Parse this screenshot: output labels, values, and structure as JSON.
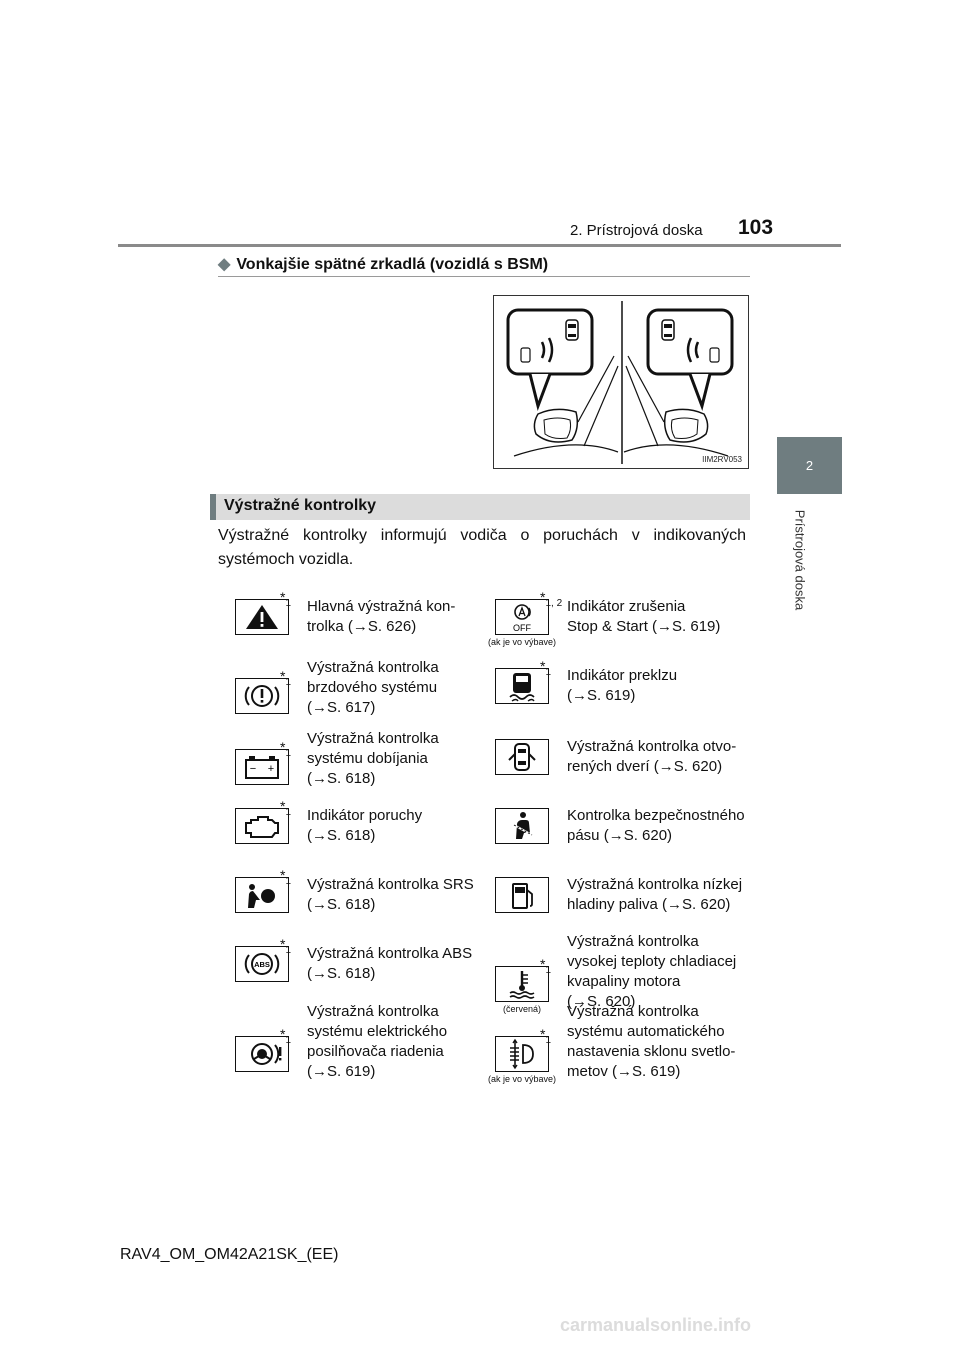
{
  "header": {
    "section": "2. Prístrojová doska",
    "page_number": "103"
  },
  "side_tab": {
    "number": "2",
    "label": "Prístrojová doska"
  },
  "subsection": {
    "marker": "◆",
    "title": "Vonkajšie spätné zrkadlá (vozidlá s BSM)"
  },
  "figure": {
    "code": "IIM2RV053"
  },
  "section": {
    "title": "Výstražné kontrolky"
  },
  "intro": "Výstražné kontrolky informujú vodiča o poruchách v indikovaných systémoch vozidla.",
  "indicators": [
    {
      "icon": "warning-triangle-icon",
      "star": "*",
      "star_sub": "1",
      "text_lines": [
        "Hlavná výstražná kon-",
        "trolka (→S. 626)"
      ]
    },
    {
      "icon": "stop-start-off-icon",
      "star": "*",
      "star_sub": "1, 2",
      "note": "(ak je vo výbave)",
      "text_lines": [
        "Indikátor zrušenia",
        "Stop & Start (→S. 619)"
      ]
    },
    {
      "icon": "brake-warning-icon",
      "star": "*",
      "star_sub": "1",
      "text_lines": [
        "Výstražná kontrolka",
        "brzdového systému",
        "(→S. 617)"
      ]
    },
    {
      "icon": "slip-indicator-icon",
      "star": "*",
      "star_sub": "1",
      "text_lines": [
        "Indikátor preklzu",
        "(→S. 619)"
      ]
    },
    {
      "icon": "battery-icon",
      "star": "*",
      "star_sub": "1",
      "text_lines": [
        "Výstražná kontrolka",
        "systému dobíjania",
        "(→S. 618)"
      ]
    },
    {
      "icon": "open-door-icon",
      "text_lines": [
        "Výstražná kontrolka otvo-",
        "rených dverí (→S. 620)"
      ]
    },
    {
      "icon": "engine-malfunction-icon",
      "star": "*",
      "star_sub": "1",
      "text_lines": [
        "Indikátor poruchy",
        "(→S. 618)"
      ]
    },
    {
      "icon": "seatbelt-icon",
      "text_lines": [
        "Kontrolka bezpečnostného",
        "pásu (→S. 620)"
      ]
    },
    {
      "icon": "srs-airbag-icon",
      "star": "*",
      "star_sub": "1",
      "text_lines": [
        "Výstražná kontrolka SRS",
        "(→S. 618)"
      ]
    },
    {
      "icon": "fuel-icon",
      "text_lines": [
        "Výstražná kontrolka nízkej",
        "hladiny paliva (→S. 620)"
      ]
    },
    {
      "icon": "abs-icon",
      "star": "*",
      "star_sub": "1",
      "text_lines": [
        "Výstražná kontrolka ABS",
        "(→S. 618)"
      ]
    },
    {
      "icon": "coolant-temp-icon",
      "star": "*",
      "star_sub": "1",
      "note": "(červená)",
      "text_lines": [
        "Výstražná kontrolka",
        "vysokej teploty chladiacej",
        "kvapaliny motora",
        "(→S. 620)"
      ]
    },
    {
      "icon": "power-steering-icon",
      "star": "*",
      "star_sub": "1",
      "text_lines": [
        "Výstražná kontrolka",
        "systému elektrického",
        "posilňovača riadenia",
        "(→S. 619)"
      ]
    },
    {
      "icon": "headlight-leveling-icon",
      "star": "*",
      "star_sub": "1",
      "note": "(ak je vo výbave)",
      "text_lines": [
        "Výstražná kontrolka",
        "systému automatického",
        "nastavenia sklonu svetlo-",
        "metov (→S. 619)"
      ]
    }
  ],
  "icon_texts": {
    "stop_start_off": "OFF",
    "abs": "ABS",
    "battery_minus": "−",
    "battery_plus": "+"
  },
  "footer": "RAV4_OM_OM42A21SK_(EE)",
  "watermark": "carmanualsonline.info"
}
